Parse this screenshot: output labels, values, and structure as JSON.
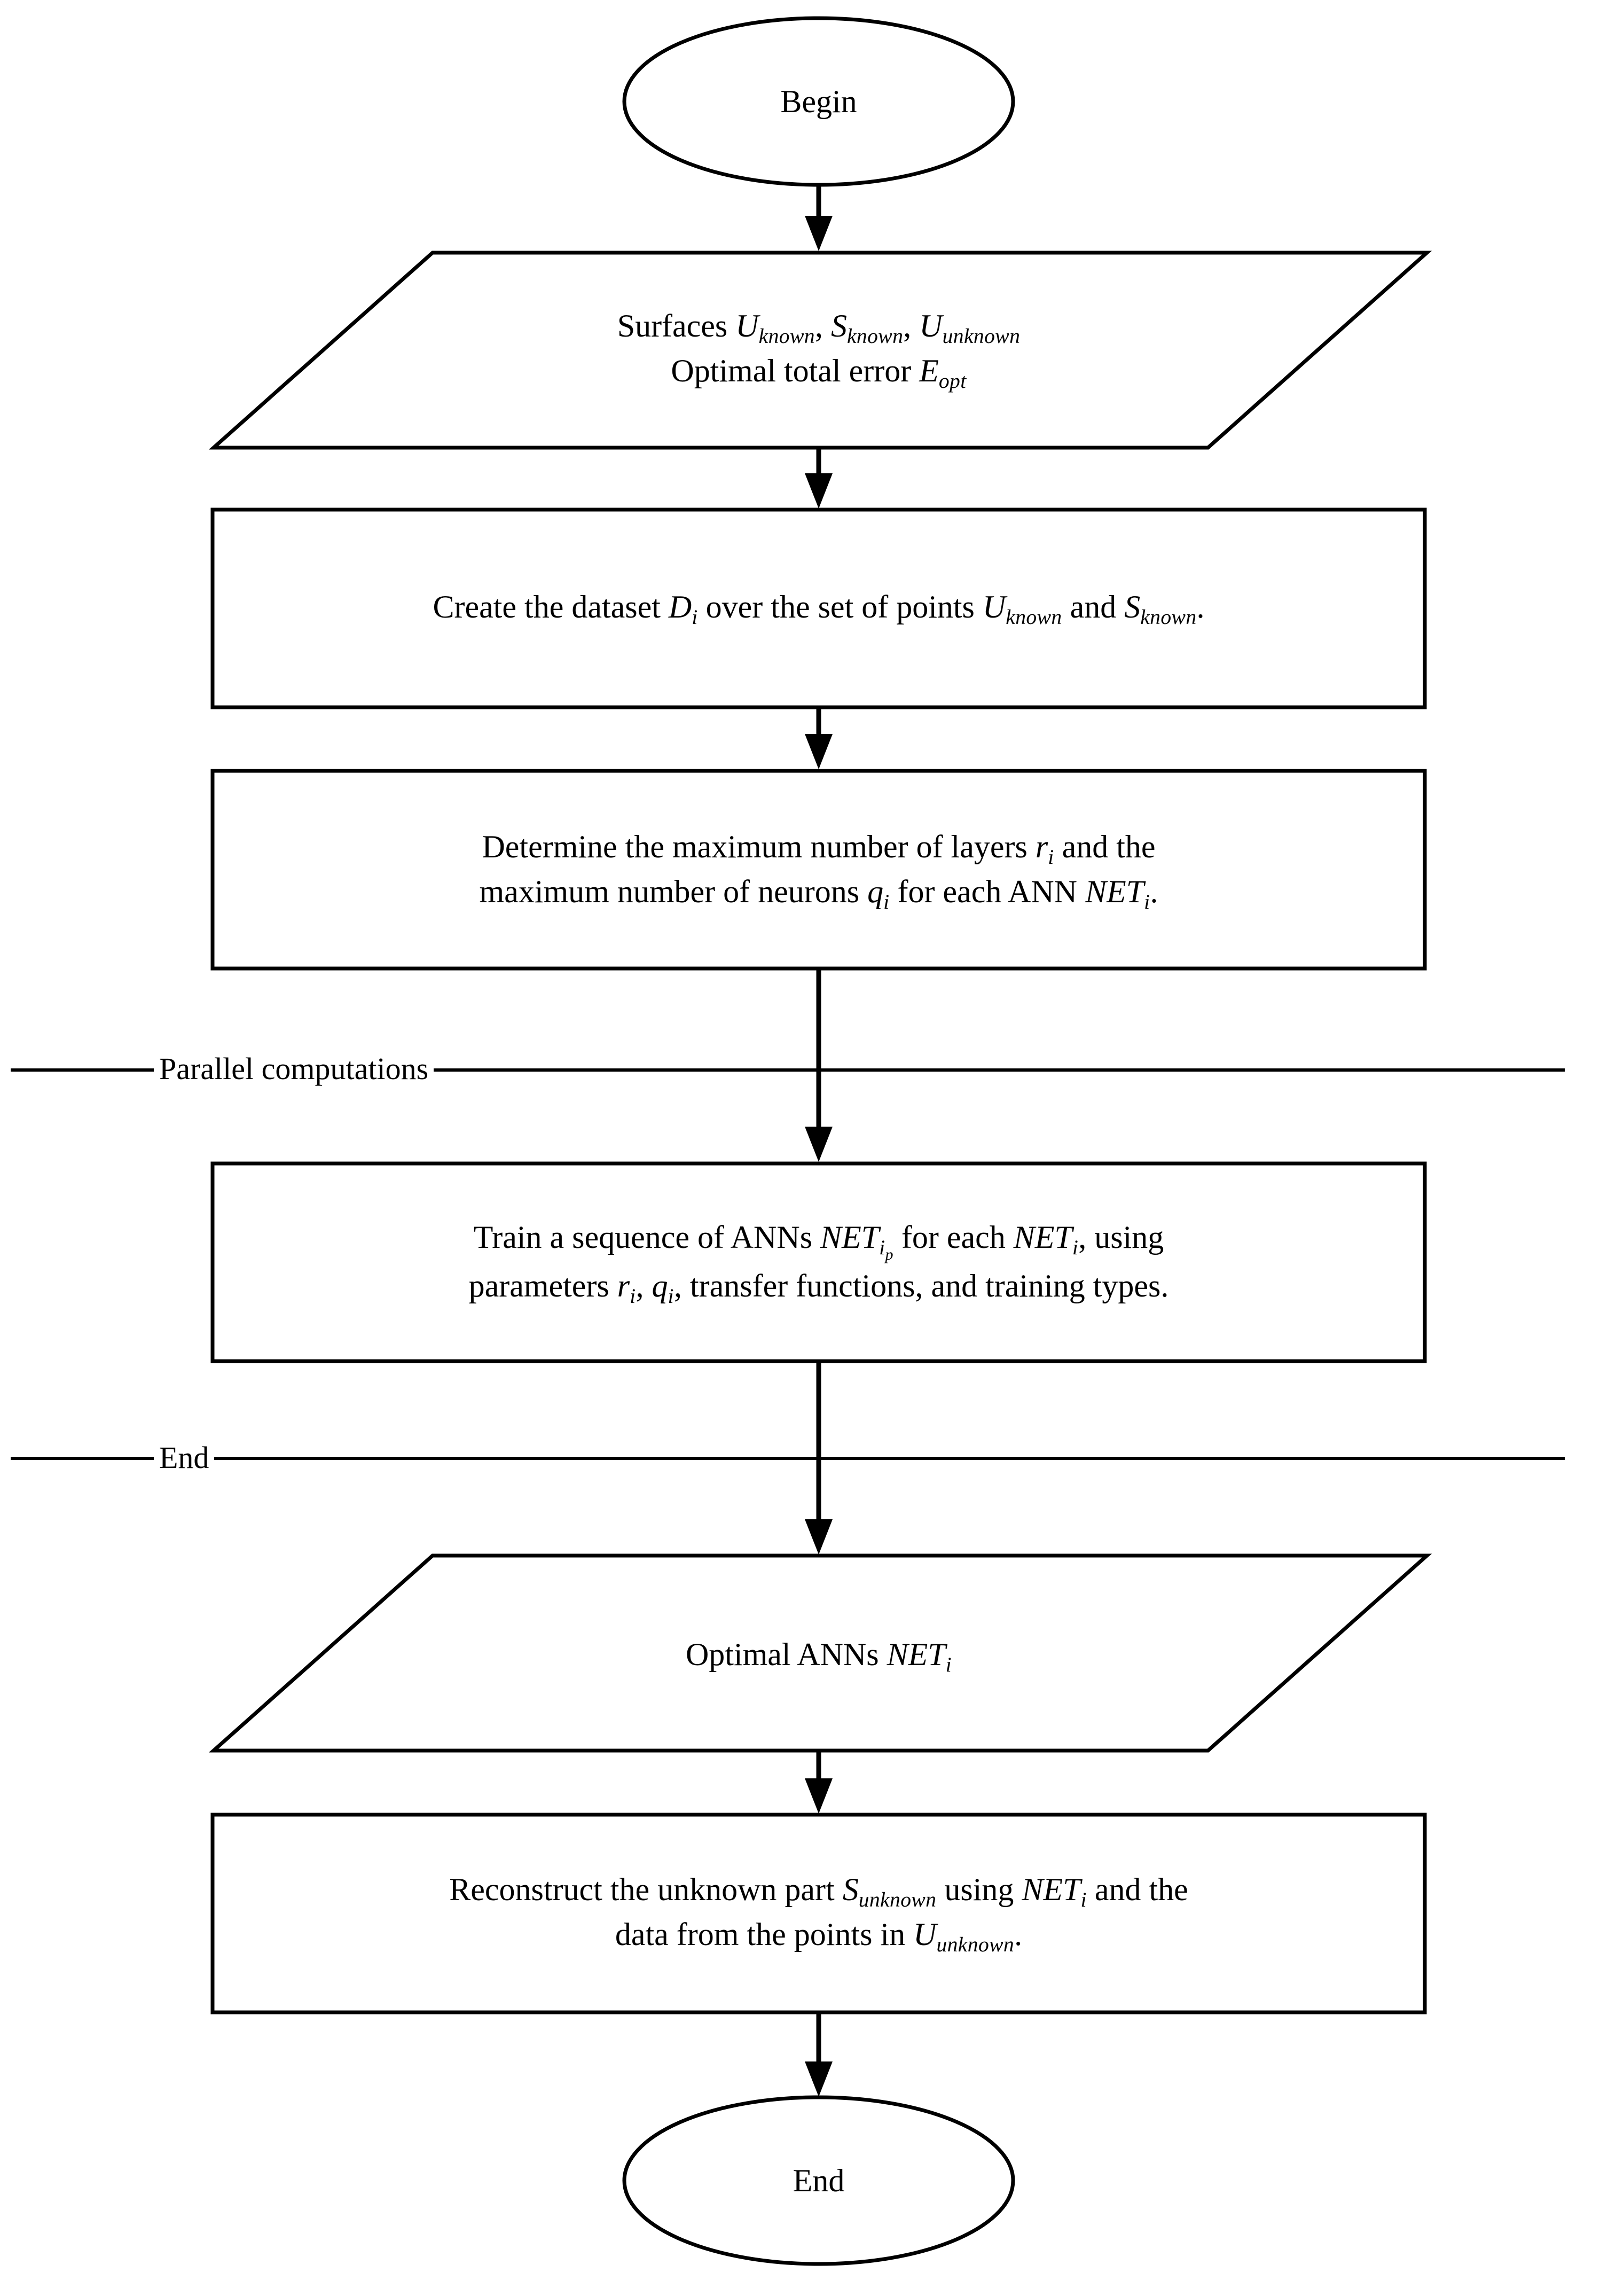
{
  "diagram": {
    "title": "ANN surface reconstruction workflow flowchart",
    "background_color": "#ffffff",
    "line_color": "#000000"
  },
  "nodes": {
    "begin": {
      "shape": "ellipse",
      "label": "Begin"
    },
    "input_data": {
      "shape": "parallelogram",
      "line1_pre": "Surfaces ",
      "line1_var1": "U",
      "line1_sub1": "known",
      "line1_mid1": ", ",
      "line1_var2": "S",
      "line1_sub2": "known",
      "line1_mid2": ", ",
      "line1_var3": "U",
      "line1_sub3": "unknown",
      "line2_pre": "Optimal total error ",
      "line2_var1": "E",
      "line2_sub1": "opt"
    },
    "create_dataset": {
      "shape": "rectangle",
      "part1": "Create the dataset ",
      "var1": "D",
      "sub1": "i",
      "part2": " over the set of points ",
      "var2": "U",
      "sub2": "known",
      "part3": " and ",
      "var3": "S",
      "sub3": "known",
      "part4": "."
    },
    "determine_params": {
      "shape": "rectangle",
      "line1_pre": "Determine the maximum number of layers ",
      "line1_var1": "r",
      "line1_sub1": "i",
      "line1_post": " and the",
      "line2_pre": "maximum number of neurons ",
      "line2_var1": "q",
      "line2_sub1": "i",
      "line2_mid": " for each ANN ",
      "line2_var2": "NET",
      "line2_sub2": "i",
      "line2_post": "."
    },
    "train_anns": {
      "shape": "rectangle",
      "line1_pre": "Train a sequence of ANNs ",
      "line1_var1": "NET",
      "line1_sub1": "i",
      "line1_sub1_sub": "p",
      "line1_mid": " for each ",
      "line1_var2": "NET",
      "line1_sub2": "i",
      "line1_post": ", using",
      "line2_pre": "parameters ",
      "line2_var1": "r",
      "line2_sub1": "i",
      "line2_mid1": ", ",
      "line2_var2": "q",
      "line2_sub2": "i",
      "line2_post": ", transfer functions, and training types."
    },
    "optimal_anns": {
      "shape": "parallelogram",
      "pre": "Optimal ANNs ",
      "var1": "NET",
      "sub1": "i"
    },
    "reconstruct": {
      "shape": "rectangle",
      "line1_pre": "Reconstruct the unknown part ",
      "line1_var1": "S",
      "line1_sub1": "unknown",
      "line1_mid": " using ",
      "line1_var2": "NET",
      "line1_sub2": "i",
      "line1_post": " and the",
      "line2_pre": "data from the points in ",
      "line2_var1": "U",
      "line2_sub1": "unknown",
      "line2_post": "."
    },
    "end": {
      "shape": "ellipse",
      "label": "End"
    }
  },
  "dividers": {
    "parallel_start": {
      "label": "Parallel computations"
    },
    "parallel_end": {
      "label": "End"
    }
  }
}
